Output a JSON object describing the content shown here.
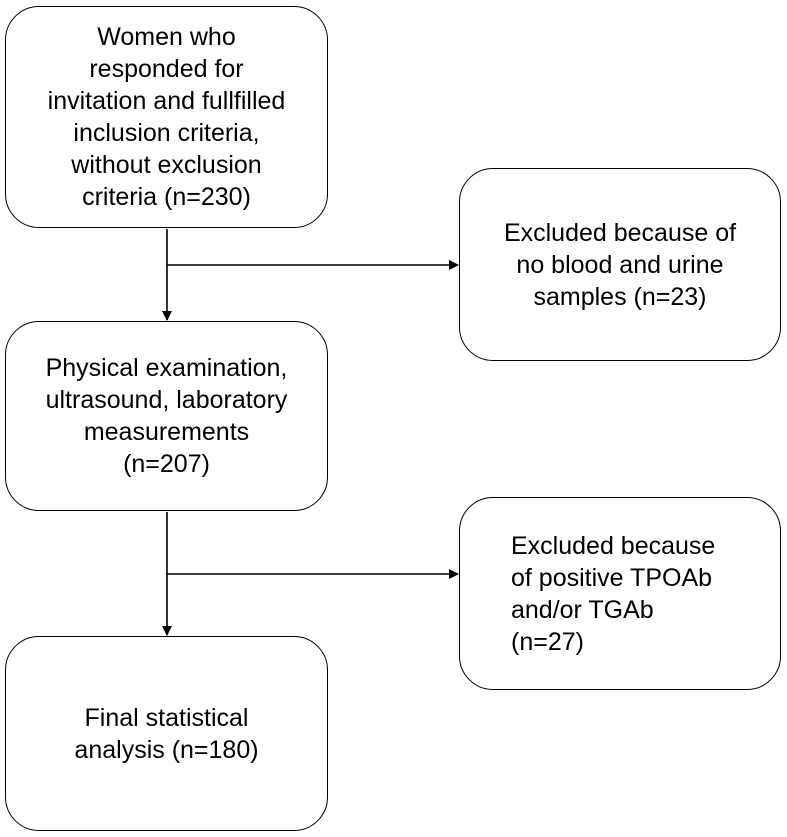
{
  "flowchart": {
    "start_box": "Women who\nresponded for\ninvitation and fullfilled\ninclusion criteria,\nwithout exclusion\ncriteria (n=230)",
    "exclusion_1": "Excluded because of\nno blood and urine\nsamples (n=23)",
    "examination_box": "Physical examination,\nultrasound, laboratory\nmeasurements\n(n=207)",
    "exclusion_2": "Excluded because\nof positive TPOAb\nand/or TGAb\n(n=27)",
    "final_box": "Final statistical\nanalysis (n=180)"
  }
}
